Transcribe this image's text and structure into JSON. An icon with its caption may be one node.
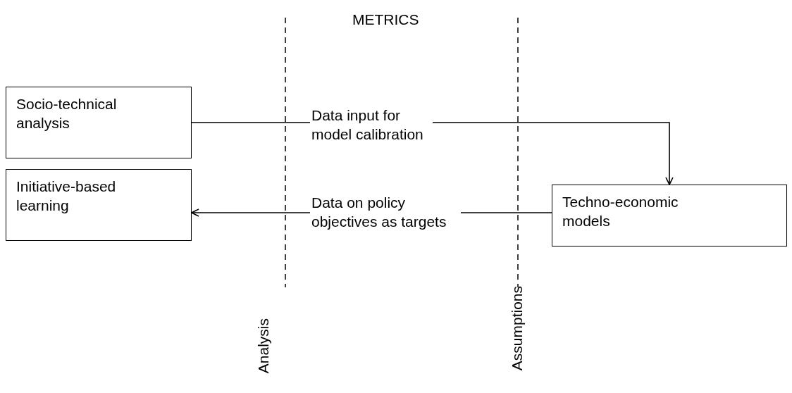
{
  "diagram": {
    "nodes": [
      {
        "text": [
          "Socio-technical analysis"
        ]
      },
      {
        "text": [
          "Initiative-based learning"
        ]
      },
      {
        "text": [
          "Techno-economic models"
        ]
      }
    ],
    "edges": [
      {
        "from": 0,
        "to": 2,
        "arrow": "to",
        "label": "Data input for model calibration"
      },
      {
        "from": 2,
        "to": 1,
        "arrow": "to",
        "label": "Data on policy objectives as targets"
      }
    ],
    "labels": [
      "METRICS",
      "Analysis",
      "Assumptions"
    ]
  }
}
